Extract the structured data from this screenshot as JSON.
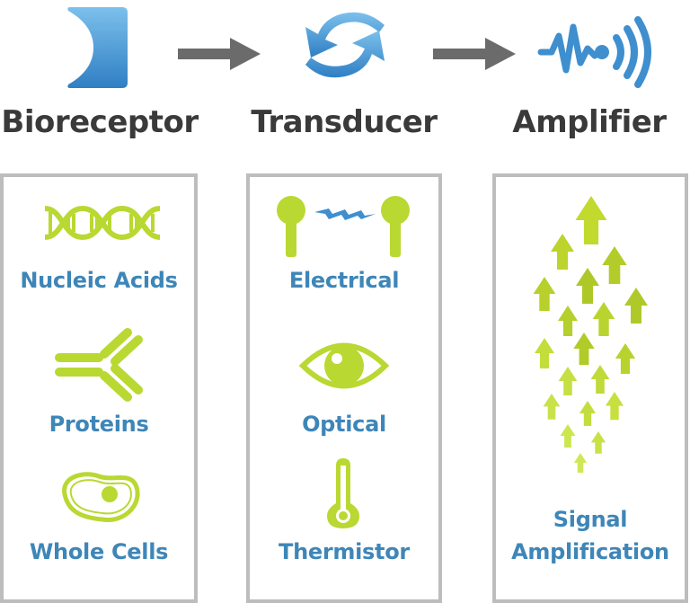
{
  "stages": [
    {
      "title": "Bioreceptor",
      "items": [
        "Nucleic Acids",
        "Proteins",
        "Whole Cells"
      ]
    },
    {
      "title": "Transducer",
      "items": [
        "Electrical",
        "Optical",
        "Thermistor"
      ]
    },
    {
      "title": "Amplifier",
      "items": [
        "Signal",
        "Amplification"
      ]
    }
  ],
  "icons": {
    "stage_icons": [
      "bioreceptor-icon",
      "transducer-cycle-icon",
      "signal-wave-icon"
    ],
    "flow_arrows": [
      "flow-arrow-icon",
      "flow-arrow-icon"
    ],
    "bioreceptor_items": [
      "dna-helix-icon",
      "antibody-icon",
      "cell-icon"
    ],
    "transducer_items": [
      "electrodes-icon",
      "eye-icon",
      "thermometer-icon"
    ],
    "amplifier_items": [
      "up-arrows-icon"
    ]
  },
  "colors": {
    "header_text": "#3a3a3a",
    "label_text": "#3e86b8",
    "icon_blue": "#3f8fcf",
    "icon_green": "#b9d832",
    "arrow_gray": "#6b6b6b",
    "box_border": "#bdbdbd"
  }
}
